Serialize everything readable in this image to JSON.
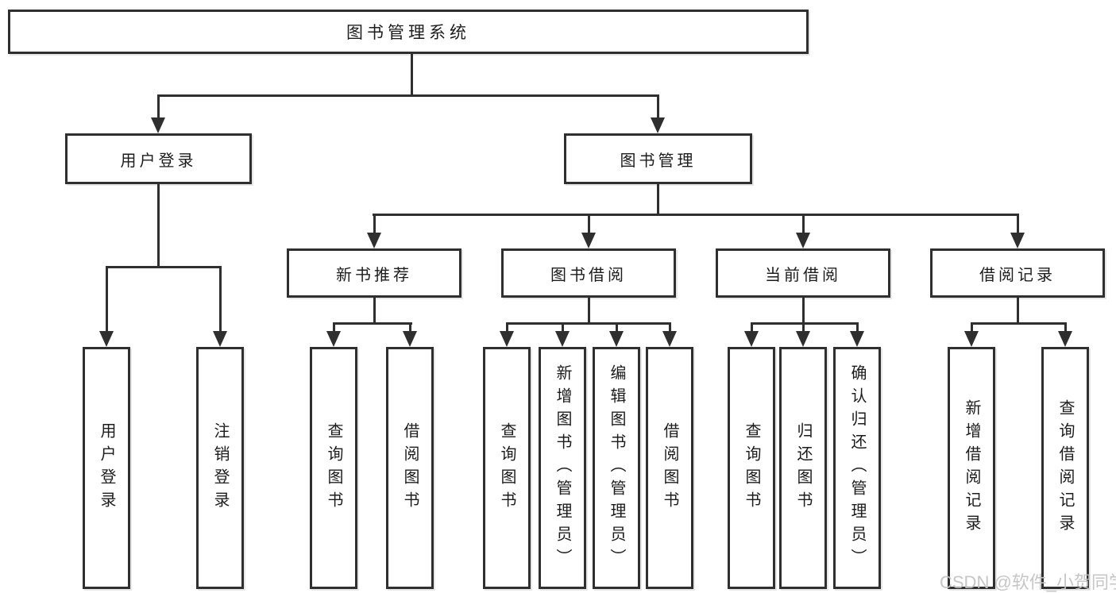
{
  "diagram": {
    "type": "tree",
    "title": "图书管理系统"
  },
  "colors": {
    "line": "#2f2f2f",
    "node_border": "#2f2f2f",
    "node_background": "#ffffff",
    "text": "#1c1c1c",
    "watermark": "#c3c3c3",
    "page_background": "#ffffff"
  },
  "tree": {
    "label": "图书管理系统",
    "children": [
      {
        "label": "用户登录",
        "children": [
          {
            "label": "用户登录"
          },
          {
            "label": "注销登录"
          }
        ]
      },
      {
        "label": "图书管理",
        "children": [
          {
            "label": "新书推荐",
            "children": [
              {
                "label": "查询图书"
              },
              {
                "label": "借阅图书"
              }
            ]
          },
          {
            "label": "图书借阅",
            "children": [
              {
                "label": "查询图书"
              },
              {
                "label": "新增图书（管理员）"
              },
              {
                "label": "编辑图书（管理员）"
              },
              {
                "label": "借阅图书"
              }
            ]
          },
          {
            "label": "当前借阅",
            "children": [
              {
                "label": "查询图书"
              },
              {
                "label": "归还图书"
              },
              {
                "label": "确认归还（管理员）"
              }
            ]
          },
          {
            "label": "借阅记录",
            "children": [
              {
                "label": "新增借阅记录"
              },
              {
                "label": "查询借阅记录"
              }
            ]
          }
        ]
      }
    ]
  },
  "watermark": {
    "text": "CSDN @软件_小贺同学"
  }
}
